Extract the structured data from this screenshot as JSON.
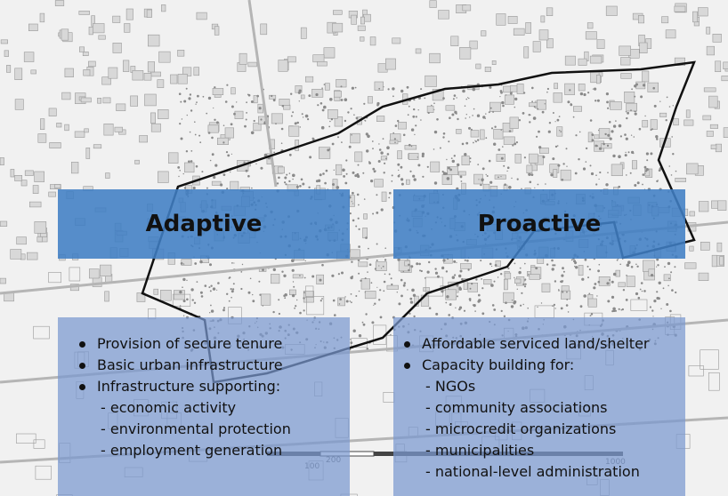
{
  "adaptive": {
    "title": "Adaptive",
    "items": [
      {
        "text": "Provision of secure tenure",
        "type": "bullet"
      },
      {
        "text": "Basic urban infrastructure",
        "type": "bullet"
      },
      {
        "text": "Infrastructure supporting:",
        "type": "bullet"
      },
      {
        "text": "-  economic activity",
        "type": "sub"
      },
      {
        "text": "-  environmental protection",
        "type": "sub"
      },
      {
        "text": "-  employment generation",
        "type": "sub"
      }
    ]
  },
  "proactive": {
    "title": "Proactive",
    "items": [
      {
        "text": "Affordable serviced land/shelter",
        "type": "bullet"
      },
      {
        "text": "Capacity building for:",
        "type": "bullet"
      },
      {
        "text": "- NGOs",
        "type": "sub"
      },
      {
        "text": "- community associations",
        "type": "sub"
      },
      {
        "text": "- microcredit organizations",
        "type": "sub"
      },
      {
        "text": "- municipalities",
        "type": "sub"
      },
      {
        "text": "- national-level administration",
        "type": "sub"
      }
    ]
  },
  "map_scale": {
    "labels": [
      "100",
      "200",
      "1000"
    ]
  }
}
